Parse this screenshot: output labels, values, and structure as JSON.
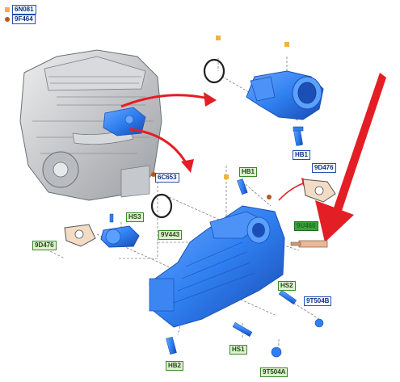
{
  "legend": [
    {
      "code": "6N081",
      "marker": "square",
      "color": "#f4b23c"
    },
    {
      "code": "9F464",
      "marker": "dot",
      "color": "#b45a1e"
    }
  ],
  "callouts": {
    "hb1_top": "HB1",
    "gasket_9d476_right": "9D476",
    "gasket_6c653": "6C653",
    "hs3": "HS3",
    "hl_part": "9U466",
    "actuator_9v443": "9V443",
    "gasket_9d476_left": "9D476",
    "hs2": "HS2",
    "bolt_9t504b": "9T504B",
    "hs1": "HS1",
    "hb2": "HB2",
    "bolt_9t504a": "9T504A",
    "hb1_valve": "HB1"
  },
  "colors": {
    "part_blue": "#2f7ff0",
    "part_blue_dark": "#1b4fb8",
    "arrow_red": "#e31e24",
    "label_blue": "#1f4fb0",
    "label_green": "#3b8a2a",
    "engine_gray": "#c9ccd0"
  }
}
